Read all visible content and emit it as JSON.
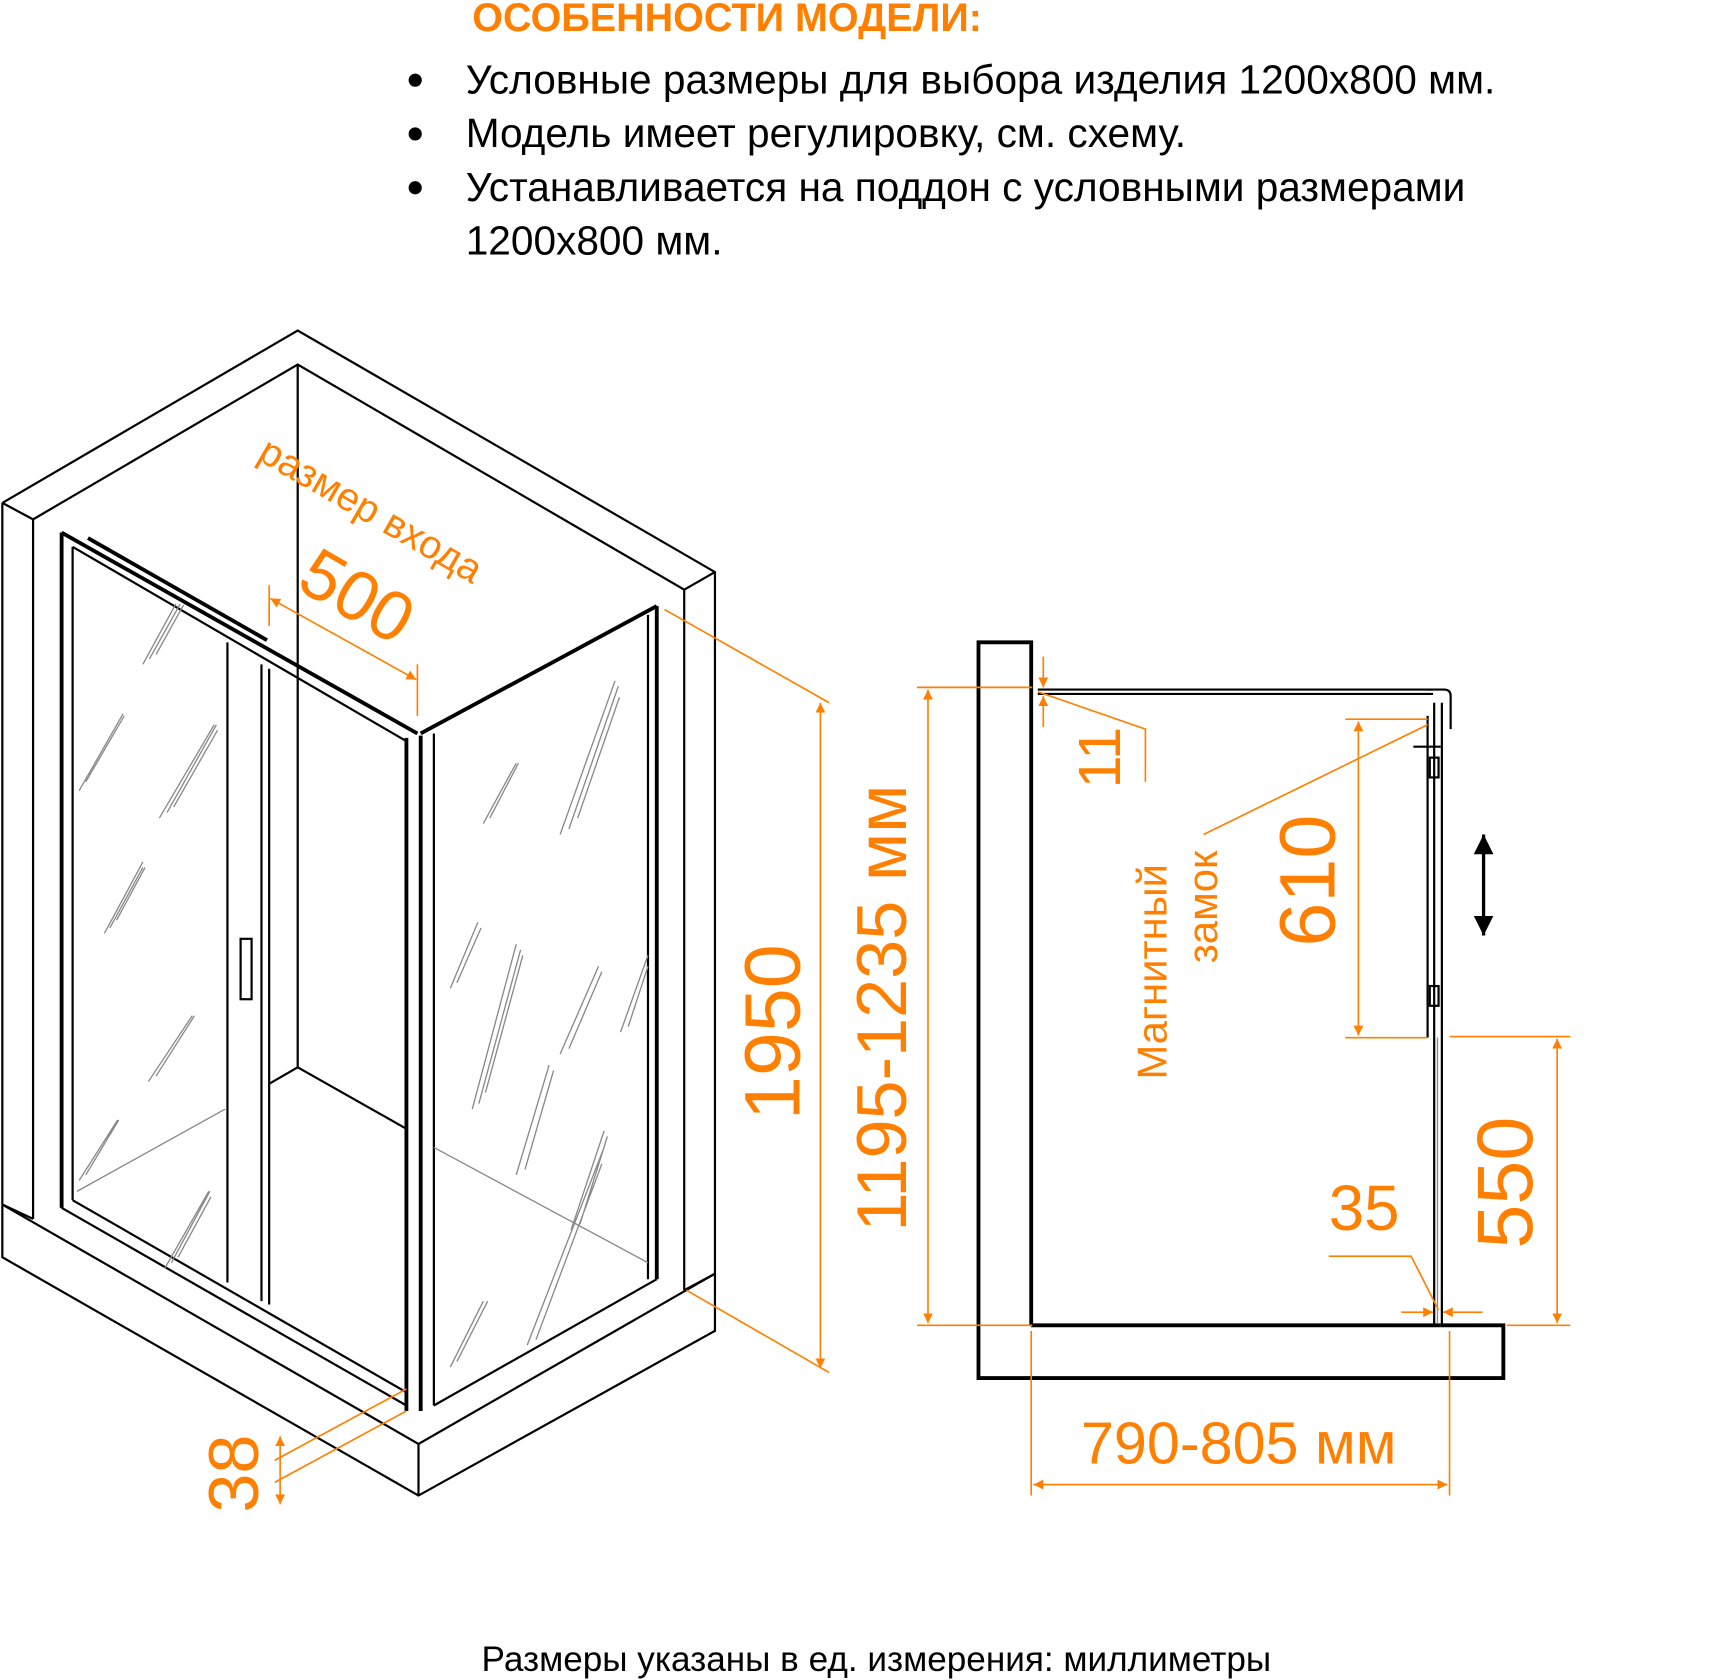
{
  "header": {
    "title": "ОСОБЕННОСТИ МОДЕЛИ:",
    "bullets": [
      "Условные размеры для выбора изделия 1200х800 мм.",
      "Модель имеет регулировку, см. схему.",
      "Устанавливается на поддон с условными размерами",
      "1200х800 мм."
    ]
  },
  "iso_view": {
    "entry_label": "размер входа",
    "entry_width": "500",
    "height": "1950",
    "tray_offset": "38"
  },
  "side_view": {
    "width_range": "1195-1235 мм",
    "top_gap": "11",
    "magnet_label_1": "Магнитный",
    "magnet_label_2": "замок",
    "door_height": "610",
    "bottom_height": "550",
    "bottom_gap": "35",
    "depth_range": "790-805 мм"
  },
  "footer": "Размеры указаны в ед. измерения: миллиметры",
  "colors": {
    "accent": "#ff8000",
    "line": "#000000"
  }
}
